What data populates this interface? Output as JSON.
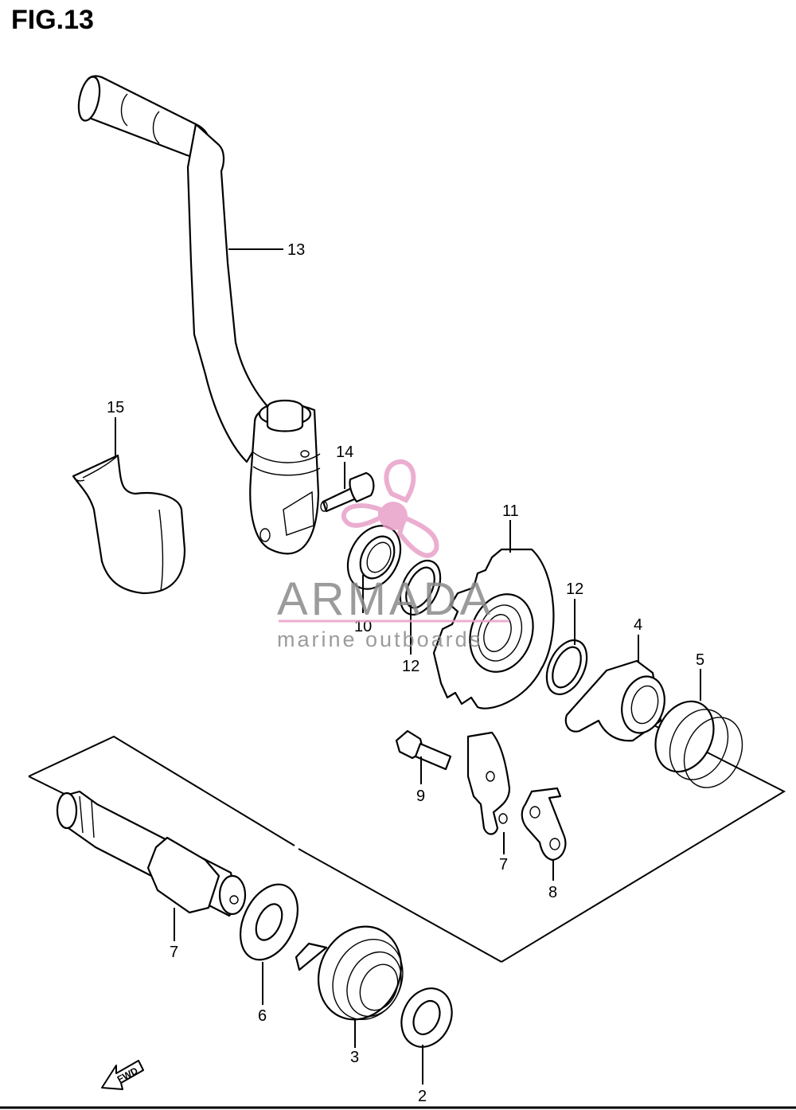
{
  "figure": {
    "title": "FIG.13"
  },
  "watermark": {
    "brand": "ARMADA",
    "tagline": "marine outboards",
    "colors": {
      "pink": "#e8a0c8",
      "gray": "#8a8a8a"
    }
  },
  "direction_marker": {
    "text": "FWD"
  },
  "callouts": {
    "c13": "13",
    "c15": "15",
    "c14": "14",
    "c10": "10",
    "c12a": "12",
    "c11": "11",
    "c12b": "12",
    "c4": "4",
    "c5": "5",
    "c9": "9",
    "c7a": "7",
    "c8": "8",
    "c7b": "7",
    "c6": "6",
    "c3": "3",
    "c2": "2"
  }
}
